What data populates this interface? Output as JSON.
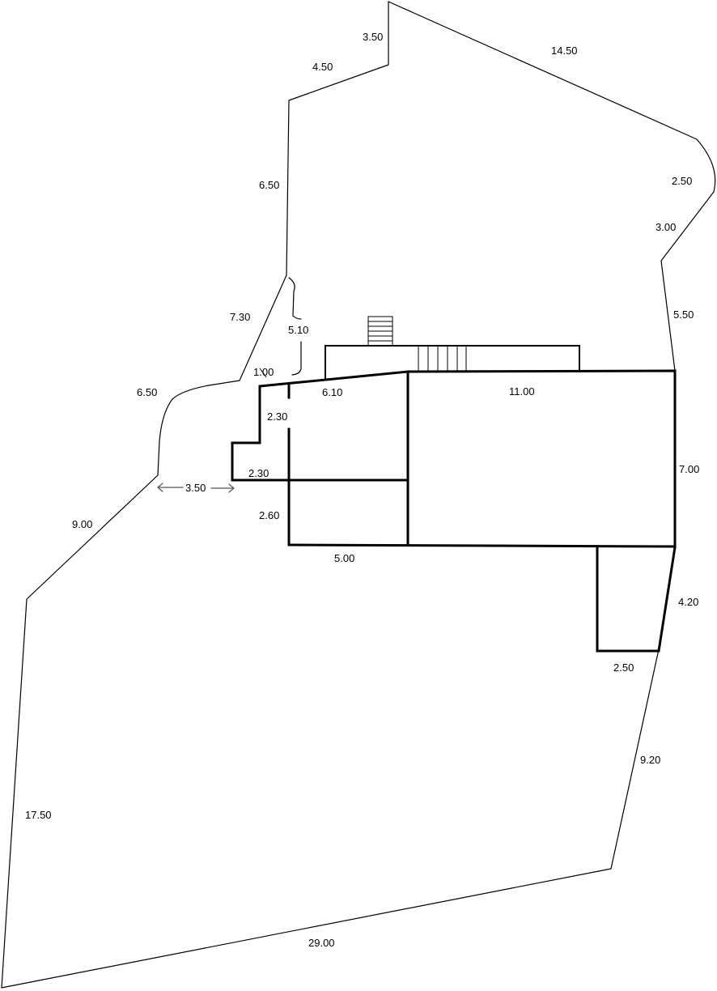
{
  "colors": {
    "line": "#000000",
    "background": "#ffffff",
    "arrow": "#555555"
  },
  "plot_boundary_labels": {
    "top_short": "3.50",
    "top_left_diag": "4.50",
    "top_right_long": "14.50",
    "right_curve": "2.50",
    "right_diag": "3.00",
    "right_upper": "5.50",
    "left_upper_vertical": "6.50",
    "left_diag": "7.30",
    "left_curve": "6.50",
    "left_lower_diag": "9.00",
    "left_long": "17.50",
    "bottom": "29.00",
    "right_lower": "9.20"
  },
  "building_labels": {
    "notch_small": "1.00",
    "bracket_vertical": "5.10",
    "front_slanted": "6.10",
    "main_width": "11.00",
    "step_upper": "2.30",
    "step_lower": "2.30",
    "setback": "3.50",
    "room_height": "2.60",
    "room_width": "5.00",
    "main_depth": "7.00",
    "annex_side": "4.20",
    "annex_width": "2.50"
  }
}
